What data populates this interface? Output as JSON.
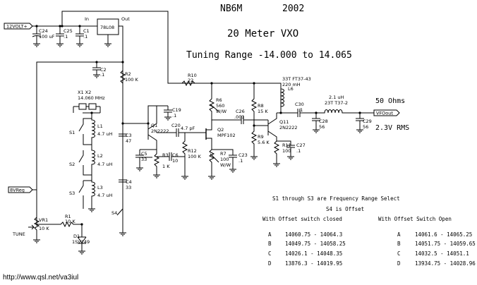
{
  "header": {
    "callsign": "NB6M",
    "year": "2002",
    "title": "20 Meter VXO",
    "tuning_range": "Tuning Range -14.000 to 14.065"
  },
  "labels": {
    "supply": "12VOLT+",
    "c24": [
      "C24",
      "100 uF"
    ],
    "c25": [
      "C25",
      ".1"
    ],
    "c1": [
      "C1",
      ".1"
    ],
    "reg_in": "In",
    "reg_out": "Out",
    "reg": "78L08",
    "c2": [
      "C2",
      ".1"
    ],
    "r2": [
      "R2",
      "100 K"
    ],
    "r10": [
      "R10",
      "22"
    ],
    "l6": [
      "33T FT37-43",
      "L6",
      "220 mH"
    ],
    "x1x2": [
      "X1  X2",
      "14.060 MHz"
    ],
    "c19": [
      "C19",
      ".1"
    ],
    "r6": [
      "R6",
      "560",
      "W/W"
    ],
    "c26": [
      "C26",
      ".001"
    ],
    "r8": [
      "R8",
      "15 K"
    ],
    "r9": [
      "R9",
      "5.6 K"
    ],
    "c30": [
      "C30",
      ".1"
    ],
    "l5": [
      "2.1 uH",
      "23T T37-2"
    ],
    "ohms": "50 Ohms",
    "vfo": "VFOout",
    "rms": "2.3V RMS",
    "l1": [
      "L1",
      "4.7 uH"
    ],
    "l2": [
      "L2",
      "4.7 uH"
    ],
    "l3": [
      "L3",
      "4.7 uH"
    ],
    "s1": "S1",
    "s2": "S2",
    "s3": "S3",
    "s4": "S4",
    "c3": [
      "C3",
      "47"
    ],
    "q1": [
      "Q1",
      "2N2222"
    ],
    "c20": [
      "C20",
      "4.7 pF"
    ],
    "q2": [
      "Q2",
      "MPF102"
    ],
    "q11": [
      "Q11",
      "2N2222"
    ],
    "c28": [
      "C28",
      "56"
    ],
    "c29": [
      "C29",
      "56"
    ],
    "r11": [
      "R11",
      "100"
    ],
    "c27": [
      "C27",
      ".1"
    ],
    "c5": [
      "C5",
      "33"
    ],
    "r3": [
      "R3",
      "1 K"
    ],
    "c6": [
      "C6",
      "10"
    ],
    "r12": [
      "R12",
      "100 K"
    ],
    "r7": [
      "R7",
      "100",
      "W/W"
    ],
    "c23": [
      "C23",
      ".1"
    ],
    "c4": [
      "C4",
      "33"
    ],
    "q8vreg": "8VReg",
    "vr1": [
      "VR1",
      "10 K"
    ],
    "r1": [
      "R1",
      "10 K"
    ],
    "tune": "TUNE",
    "d1": [
      "D1",
      "1SV149"
    ],
    "url": "http://www.qsl.net/va3iul"
  },
  "freq_table": {
    "heading": "S1 through S3 are Frequency Range Select",
    "subheading": "S4 is Offset",
    "col_closed": "With Offset switch closed",
    "col_open": "With Offset Switch Open",
    "rows": [
      {
        "sel": "A",
        "closed": "14060.75  - 14064.3",
        "open_sel": "A",
        "open": "14061.6   - 14065.25"
      },
      {
        "sel": "B",
        "closed": "14049.75  - 14058.25",
        "open_sel": "B",
        "open": "14051.75  - 14059.65"
      },
      {
        "sel": "C",
        "closed": "14026.1   - 14048.35",
        "open_sel": "C",
        "open": "14032.5   - 14051.1"
      },
      {
        "sel": "D",
        "closed": "13876.3   - 14019.95",
        "open_sel": "D",
        "open": "13934.75  - 14028.96"
      }
    ]
  }
}
